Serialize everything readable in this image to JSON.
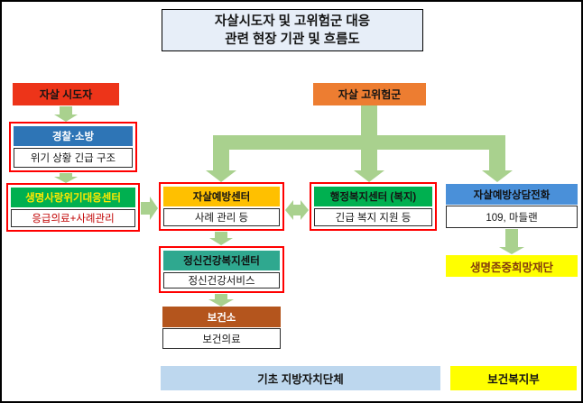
{
  "title": {
    "line1": "자살시도자 및 고위험군 대응",
    "line2": "관련 현장 기관 및 흐름도"
  },
  "nodes": {
    "suicide_attempter": {
      "label": "자살 시도자"
    },
    "high_risk": {
      "label": "자살 고위험군"
    },
    "police_fire": {
      "header": "경찰·소방",
      "body": "위기 상황 긴급 구조"
    },
    "life_love_crisis_center": {
      "header": "생명사랑위기대응센터",
      "body": "응급의료+사례관리"
    },
    "suicide_prevention_center": {
      "header": "자살예방센터",
      "body": "사례 관리 등"
    },
    "admin_welfare_center": {
      "header": "행정복지센터 (복지)",
      "body": "긴급 복지 지원 등"
    },
    "counseling_hotline": {
      "header": "자살예방상담전화",
      "body": "109, 마들랜"
    },
    "mental_health_center": {
      "header": "정신건강복지센터",
      "body": "정신건강서비스"
    },
    "public_health_center": {
      "header": "보건소",
      "body": "보건의료"
    },
    "life_respect_hope_foundation": {
      "label": "생명존중희망재단"
    },
    "basic_local_government": {
      "label": "기초 지방자치단체"
    },
    "ministry_of_health_welfare": {
      "label": "보건복지부"
    }
  },
  "colors": {
    "arrow_green": "#A9D18E",
    "red_group_outline": "#FF0000",
    "attempter_red": "#ED3419",
    "high_risk_orange": "#ED7D31",
    "police_blue": "#2E75B6",
    "center_green": "#00B050",
    "prevention_gold": "#FFC000",
    "hotline_blue": "#4A90D9",
    "mental_teal": "#2FA88F",
    "health_brown": "#B4551D",
    "foundation_yellow": "#FFFF00",
    "localgov_lightblue": "#BDD7EE",
    "ministry_yellow": "#FFFF00",
    "title_bg": "#E7EEF8"
  }
}
